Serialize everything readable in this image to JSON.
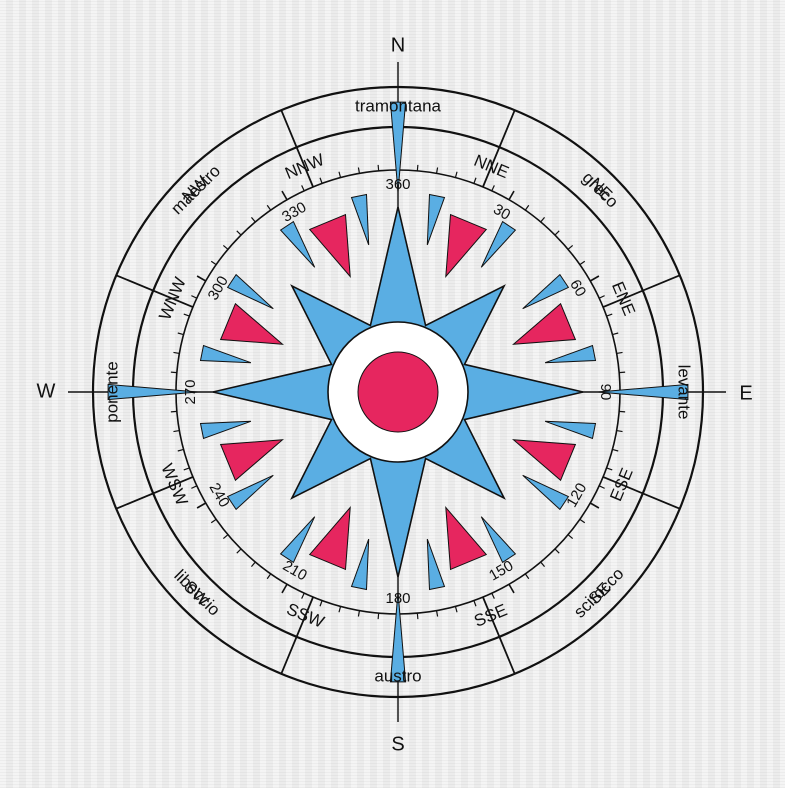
{
  "cardinals": {
    "north": "N",
    "south": "S",
    "east": "E",
    "west": "W"
  },
  "winds": [
    {
      "id": "tramontana",
      "text": "tramontana",
      "bearing": 0
    },
    {
      "id": "greco",
      "text": "greco",
      "bearing": 45
    },
    {
      "id": "levante",
      "text": "levante",
      "bearing": 90
    },
    {
      "id": "scirocco",
      "text": "scirocco",
      "bearing": 135
    },
    {
      "id": "austro",
      "text": "austro",
      "bearing": 180
    },
    {
      "id": "libeccio",
      "text": "libeccio",
      "bearing": 225
    },
    {
      "id": "ponente",
      "text": "ponente",
      "bearing": 270
    },
    {
      "id": "maestro",
      "text": "maestro",
      "bearing": 315
    }
  ],
  "intercardinals": [
    {
      "text": "NE",
      "bearing": 45
    },
    {
      "text": "SE",
      "bearing": 135
    },
    {
      "text": "SW",
      "bearing": 225
    },
    {
      "text": "NW",
      "bearing": 315
    }
  ],
  "secondary_directions": [
    {
      "text": "NNE",
      "bearing": 22.5
    },
    {
      "text": "ENE",
      "bearing": 67.5
    },
    {
      "text": "ESE",
      "bearing": 112.5
    },
    {
      "text": "SSE",
      "bearing": 157.5
    },
    {
      "text": "SSW",
      "bearing": 202.5
    },
    {
      "text": "WSW",
      "bearing": 247.5
    },
    {
      "text": "WNW",
      "bearing": 292.5
    },
    {
      "text": "NNW",
      "bearing": 337.5
    }
  ],
  "degree_labels": [
    {
      "text": "360",
      "bearing": 0
    },
    {
      "text": "30",
      "bearing": 30
    },
    {
      "text": "60",
      "bearing": 60
    },
    {
      "text": "90",
      "bearing": 90
    },
    {
      "text": "120",
      "bearing": 120
    },
    {
      "text": "150",
      "bearing": 150
    },
    {
      "text": "180",
      "bearing": 180
    },
    {
      "text": "210",
      "bearing": 210
    },
    {
      "text": "240",
      "bearing": 240
    },
    {
      "text": "270",
      "bearing": 270
    },
    {
      "text": "300",
      "bearing": 300
    },
    {
      "text": "330",
      "bearing": 330
    }
  ],
  "colors": {
    "blue": "#5aaee3",
    "pink": "#e6265f",
    "ink": "#111111",
    "paper": "#f1f1f1"
  }
}
